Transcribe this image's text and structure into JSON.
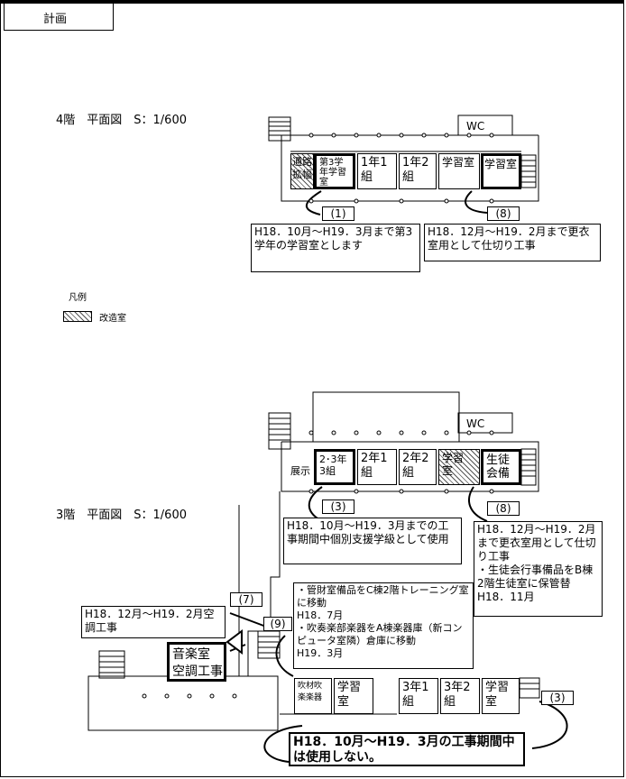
{
  "header": {
    "tab_label": "計画"
  },
  "floor4": {
    "title": "4階　平面図　S：1/600",
    "rooms": {
      "r_passage": "通路\n拡幅",
      "r_3rd": "第3学\n年学習\n室",
      "r_1_1": "1年1\n組",
      "r_1_2": "1年2\n組",
      "r_study": "学習室",
      "r_study2": "学習室",
      "wc": "WC"
    },
    "tag1": "(1)",
    "tag8": "(8)",
    "note1": "H18．10月～H19．3月まで第3学年の学習室とします",
    "note8": "H18．12月～H19．2月まで更衣室用として仕切り工事"
  },
  "legend": {
    "title": "凡例",
    "item_label": "改造室"
  },
  "floor3": {
    "title": "3階　平面図　S：1/600",
    "rooms": {
      "r_display": "展示",
      "r_23": "2･3年\n3組",
      "r_2_1": "2年1\n組",
      "r_2_2": "2年2\n組",
      "r_study": "学習\n室",
      "r_student": "生徒\n会備",
      "r_music": "音楽室\n空調工事",
      "r_band": "吹材吹\n楽楽器",
      "r_study_low": "学習\n室",
      "r_3_1": "3年1\n組",
      "r_3_2": "3年2\n組",
      "r_study_low2": "学習\n室",
      "wc": "WC"
    },
    "tag3": "(3)",
    "tag8": "(8)",
    "tag7": "(7)",
    "tag9": "(9)",
    "tag3b": "(3)",
    "note3": "H18．10月～H19．3月までの工事期間中個別支援学級として使用",
    "note8": "H18．12月～H19．2月まで更衣室用として仕切り工事\n・生徒会行事備品をB棟2階生徒室に保管替\nH18．11月",
    "note7": "H18．12月～H19．2月空調工事",
    "note9": "・管財室備品をC棟2階トレーニング室に移動\nH18．7月\n・吹奏楽部楽器をA棟楽器庫（新コンピュータ室隣）倉庫に移動\nH19．3月",
    "note_bottom": "H18．10月～H19．3月の工事期間中は使用しない。"
  },
  "colors": {
    "line": "#000000",
    "background": "#ffffff",
    "hatch": "#555555"
  }
}
